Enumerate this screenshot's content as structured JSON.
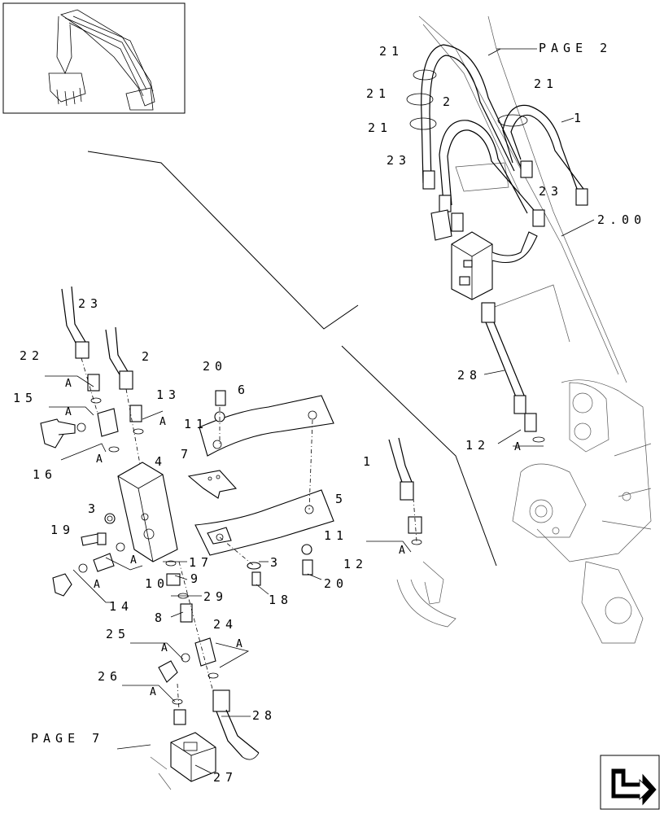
{
  "references": {
    "page2": "PAGE 2",
    "page7": "PAGE 7",
    "section": "2.00"
  },
  "callouts": {
    "c1_top": "1",
    "c1_mid": "1",
    "c2_top": "2",
    "c2_mid": "2",
    "c3_a": "3",
    "c3_b": "3",
    "c4": "4",
    "c5": "5",
    "c6": "6",
    "c7": "7",
    "c8": "8",
    "c9": "9",
    "c10": "10",
    "c11_a": "11",
    "c11_b": "11",
    "c12_a": "12",
    "c12_b": "12",
    "c13": "13",
    "c14": "14",
    "c15": "15",
    "c16": "16",
    "c17": "17",
    "c18": "18",
    "c19": "19",
    "c20_a": "20",
    "c20_b": "20",
    "c21_a": "21",
    "c21_b": "21",
    "c21_c": "21",
    "c21_d": "21",
    "c22": "22",
    "c23_a": "23",
    "c23_b": "23",
    "c23_c": "23",
    "c24": "24",
    "c25": "25",
    "c26": "26",
    "c27": "27",
    "c28_a": "28",
    "c28_b": "28",
    "c29": "29"
  },
  "detail_marker": "A",
  "icons": {
    "thumbnail": "excavator-thumbnail",
    "nav": "page-turn-arrow-icon"
  }
}
